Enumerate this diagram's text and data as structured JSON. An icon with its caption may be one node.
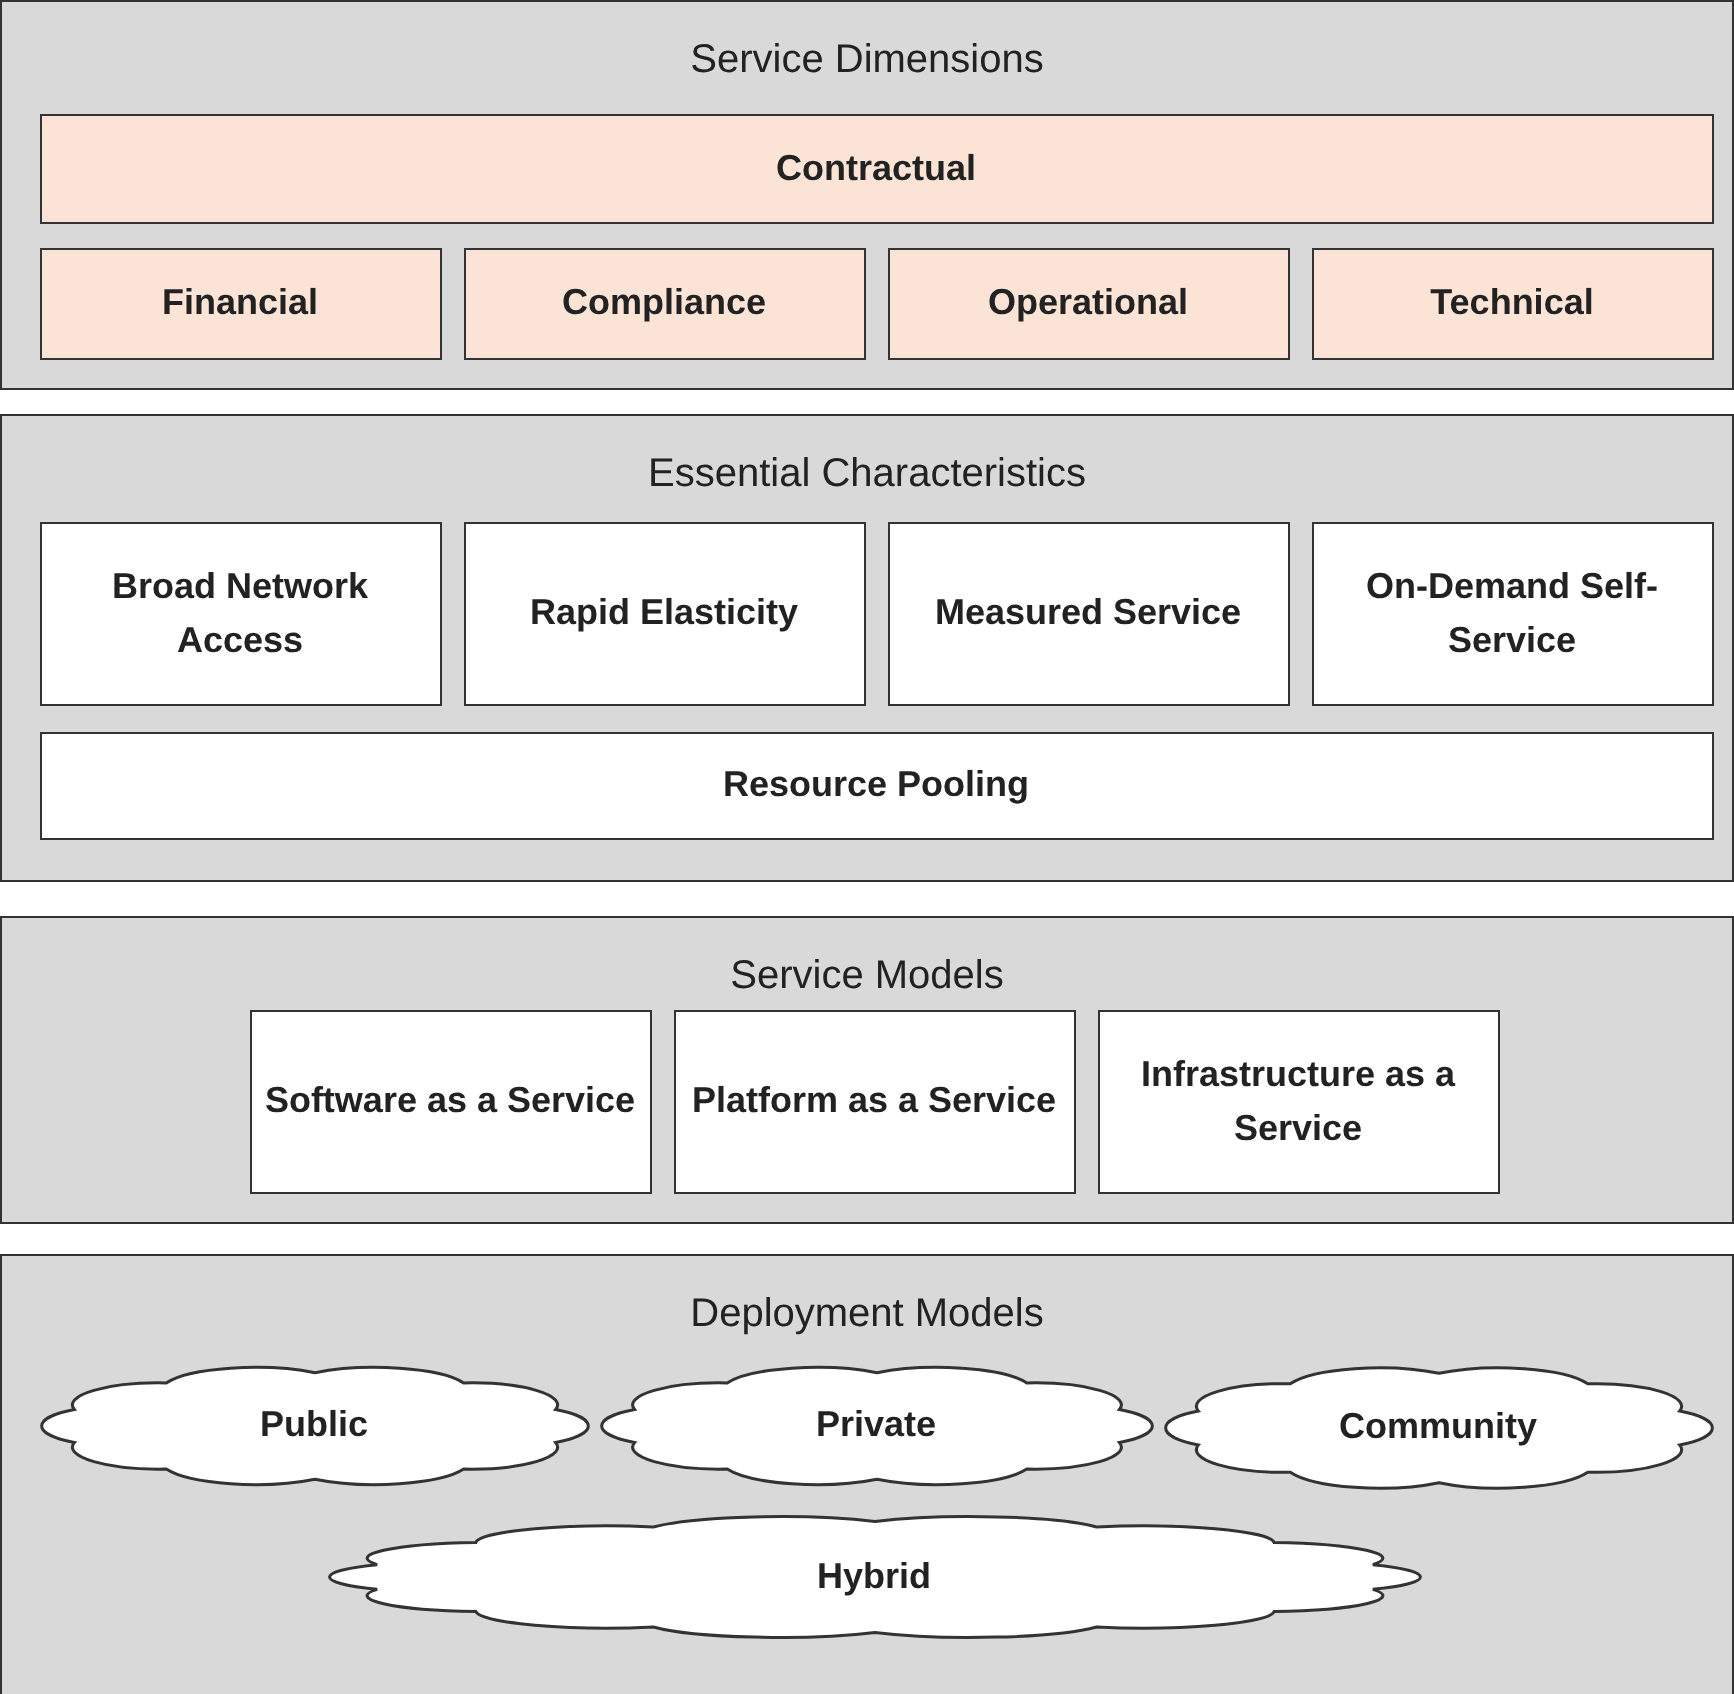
{
  "diagram": {
    "nodes": [
      {
        "text": [
          "Service Dimensions"
        ]
      },
      {
        "text": [
          "Contractual"
        ],
        "in": 0
      },
      {
        "text": [
          "Financial"
        ],
        "in": 0
      },
      {
        "text": [
          "Compliance"
        ],
        "in": 0
      },
      {
        "text": [
          "Operational"
        ],
        "in": 0
      },
      {
        "text": [
          "Technical"
        ],
        "in": 0
      },
      {
        "text": [
          "Essential Characteristics"
        ]
      },
      {
        "text": [
          "Broad Network Access"
        ],
        "in": 6
      },
      {
        "text": [
          "Rapid Elasticity"
        ],
        "in": 6
      },
      {
        "text": [
          "Measured Service"
        ],
        "in": 6
      },
      {
        "text": [
          "On-Demand Self-Service"
        ],
        "in": 6
      },
      {
        "text": [
          "Resource Pooling"
        ],
        "in": 6
      },
      {
        "text": [
          "Service Models"
        ]
      },
      {
        "text": [
          "Software as a Service"
        ],
        "in": 12
      },
      {
        "text": [
          "Platform as a Service"
        ],
        "in": 12
      },
      {
        "text": [
          "Infrastructure as a Service"
        ],
        "in": 12
      },
      {
        "text": [
          "Deployment Models"
        ]
      },
      {
        "text": [
          "Public"
        ],
        "in": 16
      },
      {
        "text": [
          "Private"
        ],
        "in": 16
      },
      {
        "text": [
          "Community"
        ],
        "in": 16
      },
      {
        "text": [
          "Hybrid"
        ],
        "in": 16
      }
    ],
    "edges": []
  }
}
